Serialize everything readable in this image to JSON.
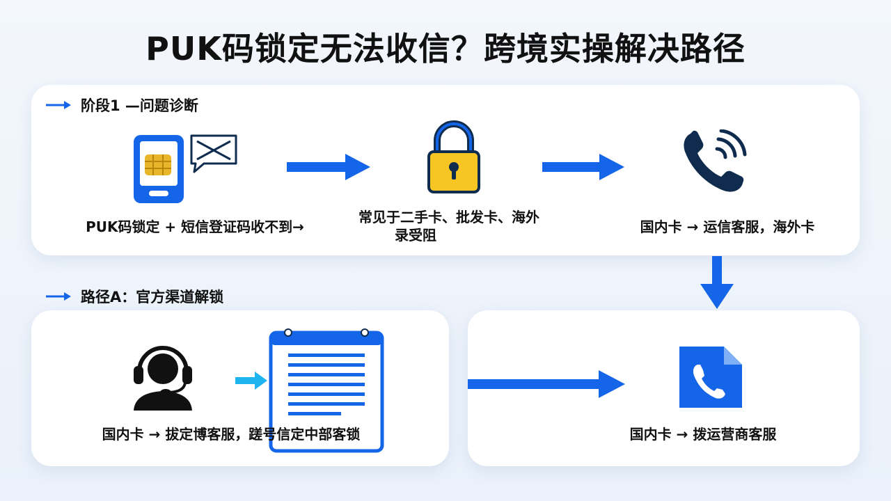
{
  "title": "PUK码锁定无法收信？跨境实操解决路径",
  "stage1": {
    "label": "阶段1 —问题诊断",
    "step1_caption": "PUK码锁定 + 短信登证码收不到→",
    "step2_caption_line1": "常见于二手卡、批发卡、海外",
    "step2_caption_line2": "录受阻",
    "step3_caption": "国内卡 → 运信客服，海外卡"
  },
  "pathA": {
    "label": "路径A：官方渠道解锁",
    "caption": "国内卡 → 拔定博客服，蹉号信定中部客锁"
  },
  "pathB": {
    "caption": "国内卡 → 拨运营商客服"
  },
  "colors": {
    "accent_blue": "#1565e8",
    "light_blue": "#1eb4f0",
    "navy": "#0f2c4f",
    "lock_yellow": "#f7c623",
    "chip_gold": "#e9b52a"
  },
  "icons": {
    "phone_sim": "sim-phone-icon",
    "message": "envelope-bubble-icon",
    "lock": "padlock-icon",
    "call": "phone-call-icon",
    "agent": "headset-agent-icon",
    "notepad": "notepad-icon",
    "phone_doc": "phone-document-icon"
  }
}
